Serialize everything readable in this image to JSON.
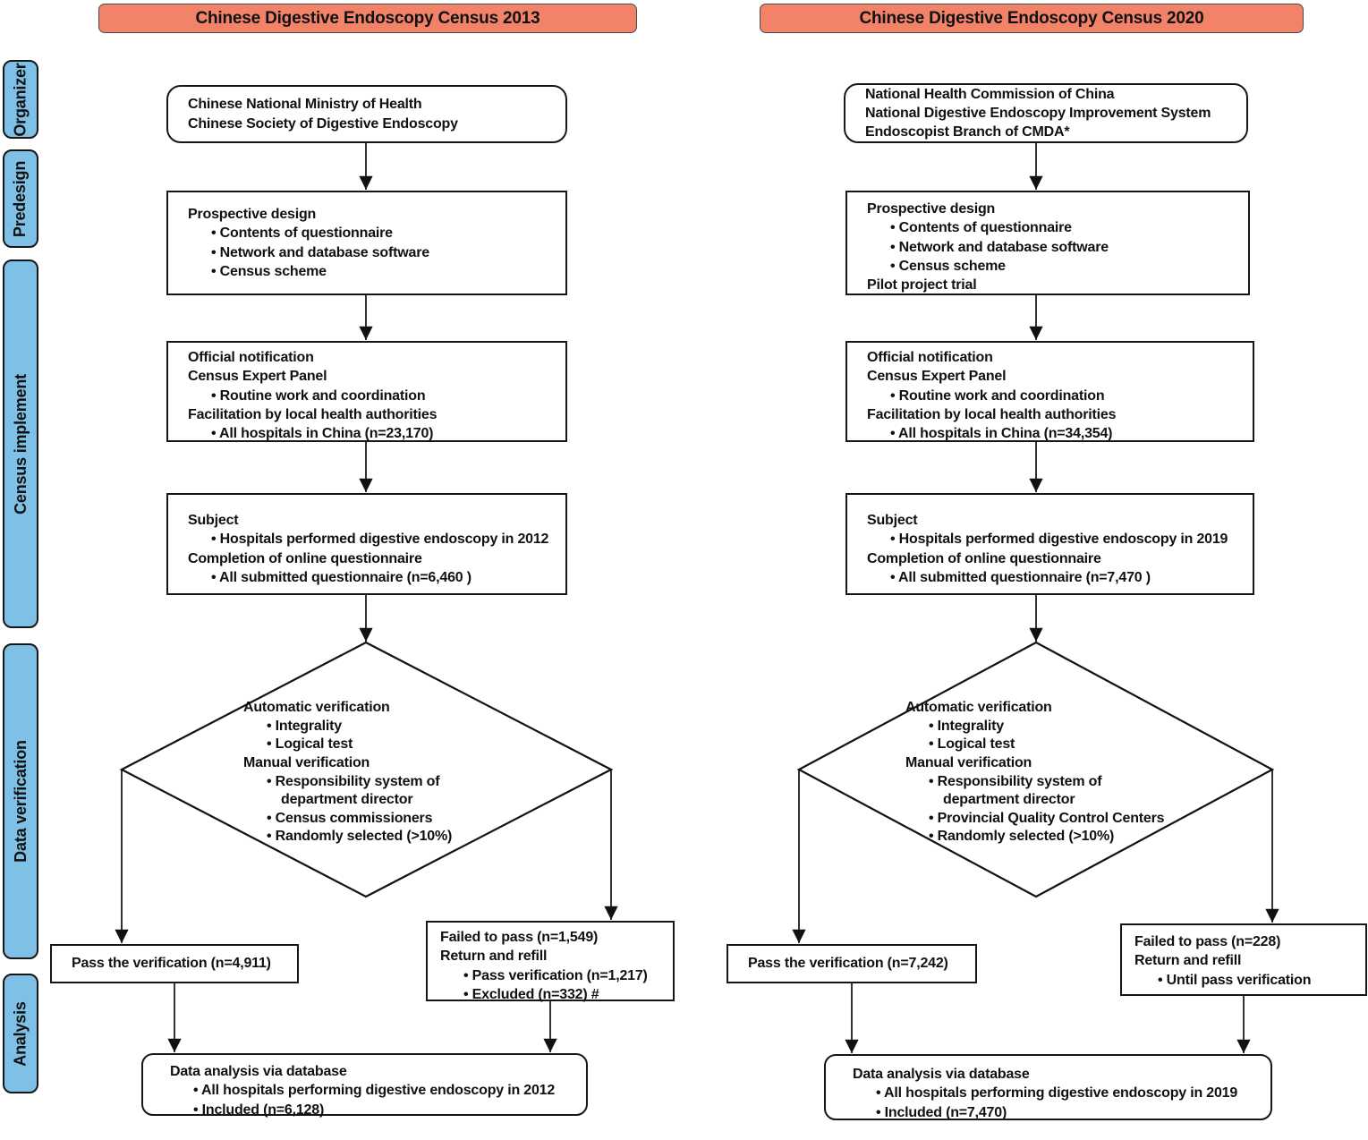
{
  "colors": {
    "header_bg": "#F28268",
    "sidebar_bg": "#7FC1E6"
  },
  "sidebar": {
    "stages": [
      {
        "label": "Organizer"
      },
      {
        "label": "Predesign"
      },
      {
        "label": "Census implement"
      },
      {
        "label": "Data verification"
      },
      {
        "label": "Analysis"
      }
    ]
  },
  "c2013": {
    "header": "Chinese Digestive Endoscopy Census 2013",
    "organizer": [
      "Chinese National Ministry of Health",
      "Chinese Society of Digestive Endoscopy"
    ],
    "predesign": [
      "Prospective design",
      "• Contents of questionnaire",
      "• Network and database software",
      "• Census scheme"
    ],
    "notification": [
      "Official notification",
      "Census Expert Panel",
      "• Routine work and coordination",
      "Facilitation by local health authorities",
      "• All hospitals in China (n=23,170)"
    ],
    "subject": [
      "Subject",
      "• Hospitals performed digestive endoscopy in 2012",
      "Completion of online questionnaire",
      "• All submitted questionnaire (n=6,460 )"
    ],
    "verification": [
      "Automatic verification",
      "• Integrality",
      "• Logical test",
      "Manual verification",
      "• Responsibility system of",
      "department director",
      "• Census commissioners",
      "• Randomly selected (>10%)"
    ],
    "pass": "Pass the verification (n=4,911)",
    "failed": [
      "Failed to pass (n=1,549)",
      "Return and refill",
      "• Pass verification (n=1,217)",
      "• Excluded (n=332) #"
    ],
    "analysis": [
      "Data analysis via database",
      "• All hospitals performing digestive endoscopy in 2012",
      "• Included (n=6,128)"
    ]
  },
  "c2020": {
    "header": "Chinese Digestive Endoscopy Census 2020",
    "organizer": [
      "National Health Commission of China",
      "National Digestive Endoscopy Improvement System",
      "Endoscopist Branch of CMDA*"
    ],
    "predesign": [
      "Prospective design",
      "• Contents of questionnaire",
      "• Network and database software",
      "• Census scheme",
      "Pilot project trial"
    ],
    "notification": [
      "Official notification",
      "Census Expert Panel",
      "• Routine work and coordination",
      "Facilitation by local health authorities",
      "• All hospitals in China (n=34,354)"
    ],
    "subject": [
      "Subject",
      "• Hospitals performed digestive endoscopy in 2019",
      "Completion of online questionnaire",
      "• All submitted questionnaire (n=7,470 )"
    ],
    "verification": [
      "Automatic verification",
      "• Integrality",
      "• Logical test",
      "Manual verification",
      "• Responsibility system of",
      "department director",
      "• Provincial Quality Control Centers",
      "• Randomly selected (>10%)"
    ],
    "pass": "Pass the verification (n=7,242)",
    "failed": [
      "Failed to pass (n=228)",
      "Return and refill",
      "• Until pass verification"
    ],
    "analysis": [
      "Data analysis via database",
      "• All hospitals performing digestive endoscopy in 2019",
      "• Included (n=7,470)"
    ]
  }
}
